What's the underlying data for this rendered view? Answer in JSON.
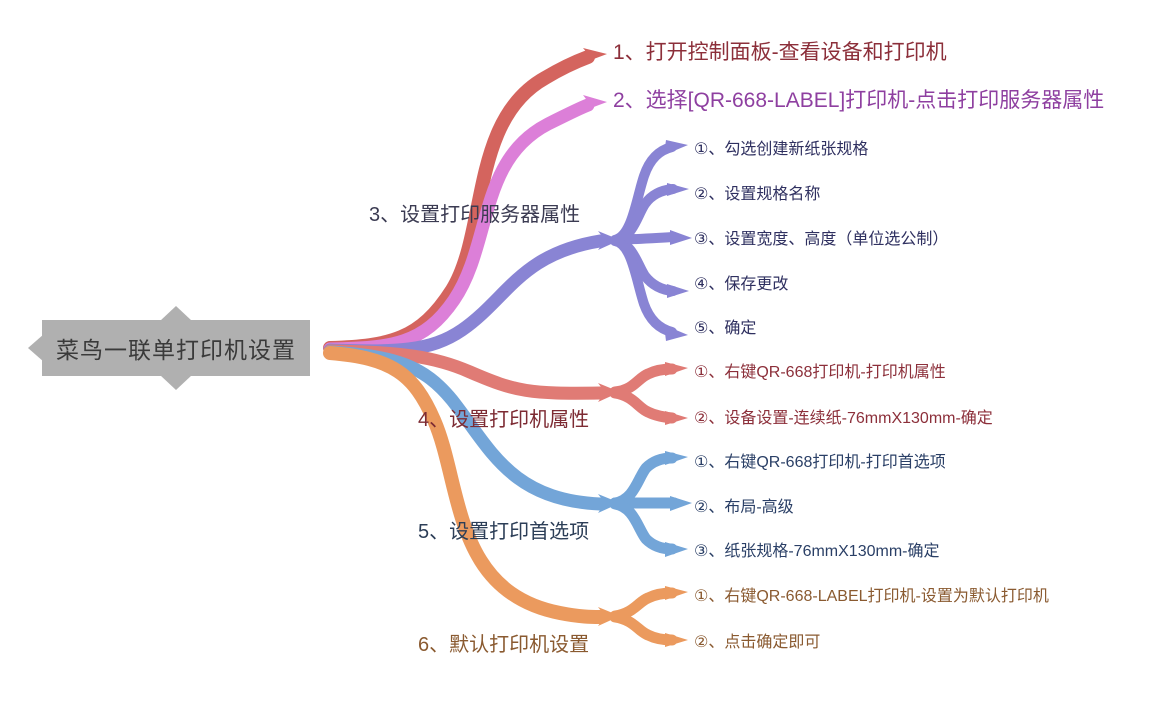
{
  "title": "菜鸟一联单打印机设置",
  "diagram_type": "mindmap",
  "background": "#ffffff",
  "root": {
    "label": "菜鸟一联单打印机设置",
    "fill": "#b0b0b0",
    "text_color": "#3a3a3a"
  },
  "branches": [
    {
      "id": "b1",
      "label": "1、打开控制面板-查看设备和打印机",
      "color": "#d4645e",
      "text_color": "#8c2f3a",
      "children": []
    },
    {
      "id": "b2",
      "label": "2、选择[QR-668-LABEL]打印机-点击打印服务器属性",
      "color": "#dc7fd8",
      "text_color": "#8e3fa0",
      "children": []
    },
    {
      "id": "b3",
      "label": "3、设置打印服务器属性",
      "color": "#8984d4",
      "text_color": "#3b3b52",
      "children": [
        {
          "label": "①、勾选创建新纸张规格",
          "text_color": "#2f3060"
        },
        {
          "label": "②、设置规格名称",
          "text_color": "#2f3060"
        },
        {
          "label": "③、设置宽度、高度（单位选公制）",
          "text_color": "#2f3060"
        },
        {
          "label": "④、保存更改",
          "text_color": "#2f3060"
        },
        {
          "label": "⑤、确定",
          "text_color": "#2f3060"
        }
      ]
    },
    {
      "id": "b4",
      "label": "4、设置打印机属性",
      "color": "#e07b75",
      "text_color": "#7d2b33",
      "children": [
        {
          "label": "①、右键QR-668打印机-打印机属性",
          "text_color": "#8c2f3a"
        },
        {
          "label": "②、设备设置-连续纸-76mmX130mm-确定",
          "text_color": "#8c2f3a"
        }
      ]
    },
    {
      "id": "b5",
      "label": "5、设置打印首选项",
      "color": "#73a5d8",
      "text_color": "#2c3e57",
      "children": [
        {
          "label": "①、右键QR-668打印机-打印首选项",
          "text_color": "#2a3f66"
        },
        {
          "label": "②、布局-高级",
          "text_color": "#2a3f66"
        },
        {
          "label": "③、纸张规格-76mmX130mm-确定",
          "text_color": "#2a3f66"
        }
      ]
    },
    {
      "id": "b6",
      "label": "6、默认打印机设置",
      "color": "#eb9a5e",
      "text_color": "#8a5a30",
      "children": [
        {
          "label": "①、右键QR-668-LABEL打印机-设置为默认打印机",
          "text_color": "#8a5a30"
        },
        {
          "label": "②、点击确定即可",
          "text_color": "#8a5a30"
        }
      ]
    }
  ]
}
